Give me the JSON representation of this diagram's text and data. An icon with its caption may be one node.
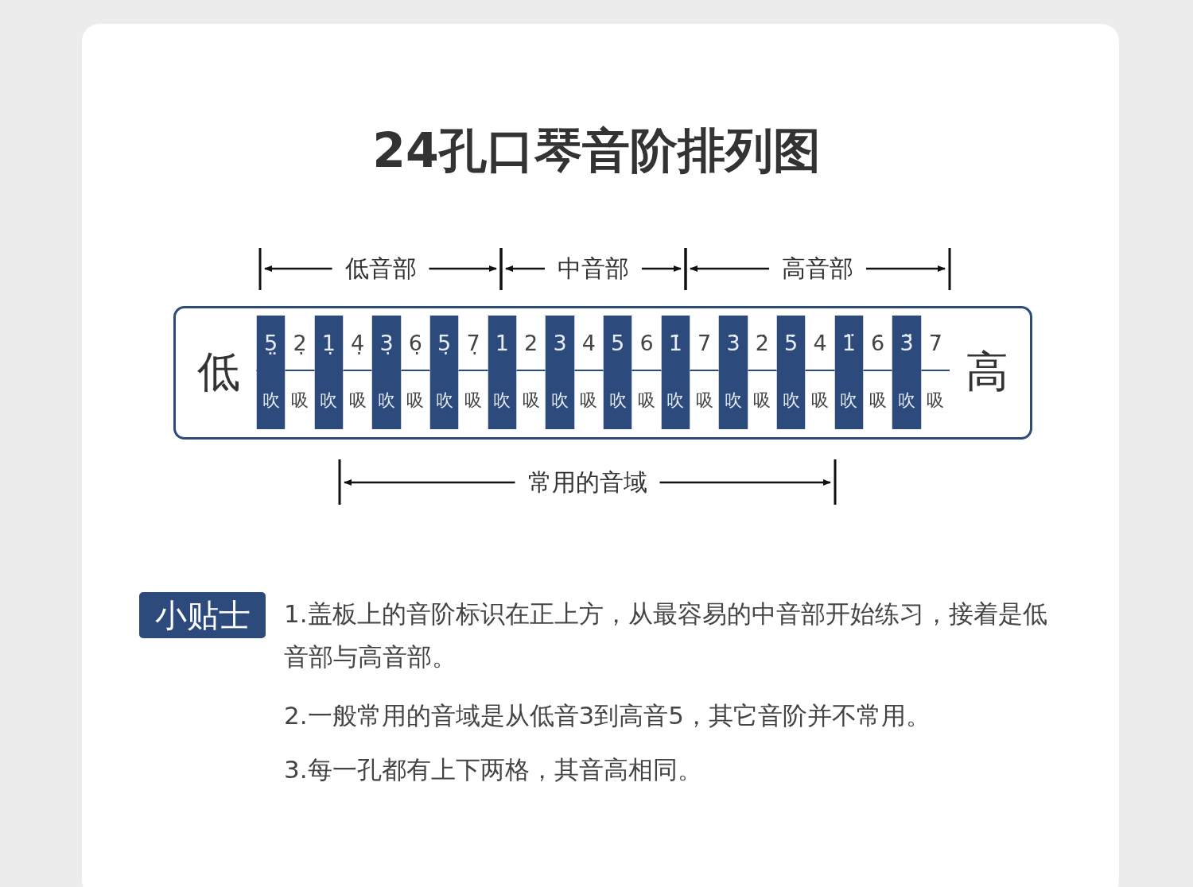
{
  "diagram": {
    "title": "24孔口琴音阶排列图",
    "nodes": [
      {
        "text": [
          "低"
        ]
      },
      {
        "text": [
          "5̤"
        ]
      },
      {
        "text": [
          "2̣"
        ]
      },
      {
        "text": [
          "1̣"
        ]
      },
      {
        "text": [
          "4̣"
        ]
      },
      {
        "text": [
          "3̣"
        ]
      },
      {
        "text": [
          "6̣"
        ]
      },
      {
        "text": [
          "5̣"
        ]
      },
      {
        "text": [
          "7̣"
        ]
      },
      {
        "text": [
          "1"
        ]
      },
      {
        "text": [
          "2"
        ]
      },
      {
        "text": [
          "3"
        ]
      },
      {
        "text": [
          "4"
        ]
      },
      {
        "text": [
          "5"
        ]
      },
      {
        "text": [
          "6"
        ]
      },
      {
        "text": [
          "1̇"
        ]
      },
      {
        "text": [
          "7"
        ]
      },
      {
        "text": [
          "3̇"
        ]
      },
      {
        "text": [
          "2̇"
        ]
      },
      {
        "text": [
          "5̇"
        ]
      },
      {
        "text": [
          "4̇"
        ]
      },
      {
        "text": [
          "1̈"
        ]
      },
      {
        "text": [
          "6̇"
        ]
      },
      {
        "text": [
          "3̈"
        ]
      },
      {
        "text": [
          "7̇"
        ]
      },
      {
        "text": [
          "吹"
        ]
      },
      {
        "text": [
          "吸"
        ]
      },
      {
        "text": [
          "吹"
        ]
      },
      {
        "text": [
          "吸"
        ]
      },
      {
        "text": [
          "吹"
        ]
      },
      {
        "text": [
          "吸"
        ]
      },
      {
        "text": [
          "吹"
        ]
      },
      {
        "text": [
          "吸"
        ]
      },
      {
        "text": [
          "吹"
        ]
      },
      {
        "text": [
          "吸"
        ]
      },
      {
        "text": [
          "吹"
        ]
      },
      {
        "text": [
          "吸"
        ]
      },
      {
        "text": [
          "吹"
        ]
      },
      {
        "text": [
          "吸"
        ]
      },
      {
        "text": [
          "吹"
        ]
      },
      {
        "text": [
          "吸"
        ]
      },
      {
        "text": [
          "吹"
        ]
      },
      {
        "text": [
          "吸"
        ]
      },
      {
        "text": [
          "吹"
        ]
      },
      {
        "text": [
          "吸"
        ]
      },
      {
        "text": [
          "吹"
        ]
      },
      {
        "text": [
          "吸"
        ]
      },
      {
        "text": [
          "吹"
        ]
      },
      {
        "text": [
          "吸"
        ]
      },
      {
        "text": [
          "高"
        ]
      },
      {
        "text": [
          "小贴士"
        ]
      }
    ],
    "edges": [],
    "labels": [
      "低音部",
      "中音部",
      "高音部",
      "常用的音域",
      "1.盖板上的音阶标识在正上方，从最容易的中音部开始练习，接着是低音部与高音部。",
      "2.一般常用的音域是从低音3到高音5，其它音阶并不常用。",
      "3.每一孔都有上下两格，其音高相同。"
    ]
  }
}
